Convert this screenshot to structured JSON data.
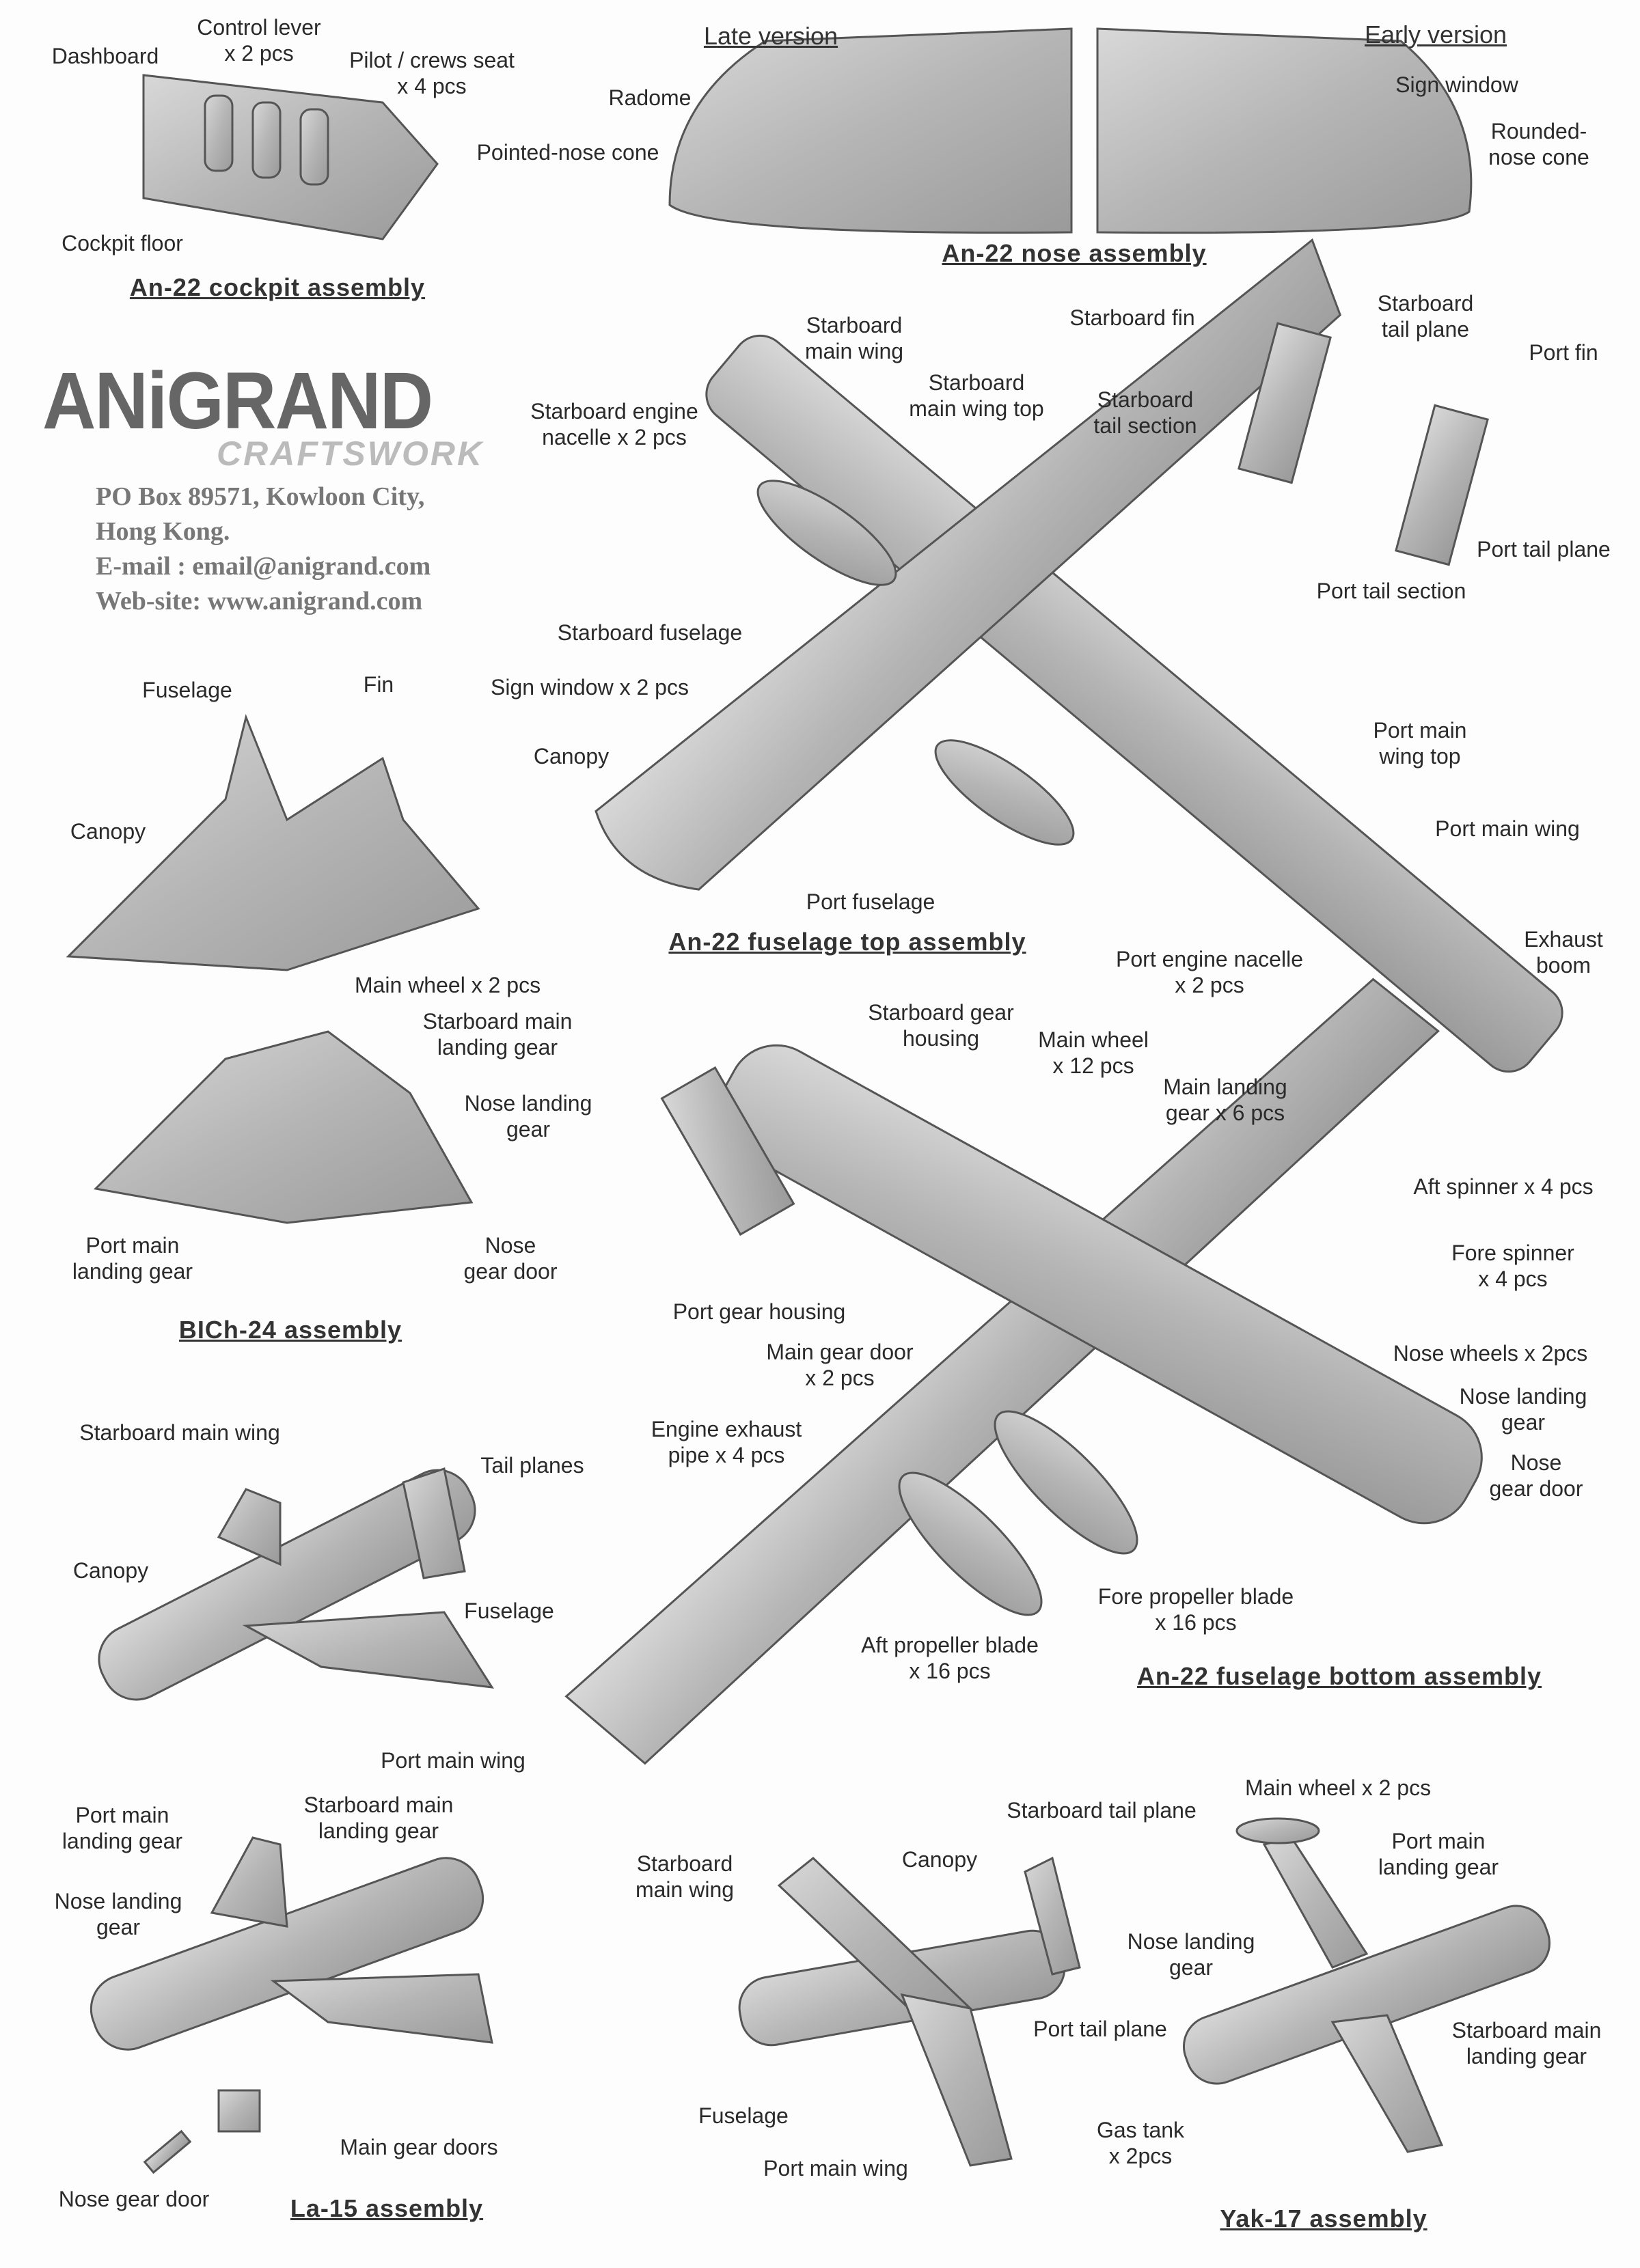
{
  "brand": {
    "name": "ANiGRAND",
    "sub": "CRAFTSWORK"
  },
  "address": {
    "line1": "PO Box 89571, Kowloon City,",
    "line2": "Hong Kong.",
    "email": "E-mail : email@anigrand.com",
    "web": "Web-site: www.anigrand.com"
  },
  "cockpit": {
    "title": "An-22 cockpit assembly",
    "dashboard": "Dashboard",
    "lever": [
      "Control lever",
      "x 2 pcs"
    ],
    "seat": [
      "Pilot / crews seat",
      "x 4 pcs"
    ],
    "floor": "Cockpit floor"
  },
  "nose": {
    "title": "An-22 nose assembly",
    "late": "Late version",
    "early": "Early version",
    "radome": "Radome",
    "pointed": "Pointed-nose cone",
    "sign": "Sign window",
    "rounded": [
      "Rounded-",
      "nose cone"
    ]
  },
  "top": {
    "title": "An-22 fuselage top assembly",
    "smw": [
      "Starboard",
      "main wing"
    ],
    "smwt": [
      "Starboard",
      "main wing top"
    ],
    "sen": [
      "Starboard engine",
      "nacelle x 2 pcs"
    ],
    "sfin": "Starboard fin",
    "stp": [
      "Starboard",
      "tail plane"
    ],
    "pfin": "Port fin",
    "sts": [
      "Starboard",
      "tail section"
    ],
    "ptp": "Port tail plane",
    "pts": "Port tail section",
    "sfus": "Starboard fuselage",
    "sign": "Sign window x 2 pcs",
    "canopy": "Canopy",
    "pmwt": [
      "Port main",
      "wing top"
    ],
    "pmw": "Port main wing",
    "pfus": "Port fuselage",
    "pen": [
      "Port engine nacelle",
      "x 2 pcs"
    ],
    "boom": [
      "Exhaust",
      "boom"
    ]
  },
  "bich": {
    "title": "BICh-24 assembly",
    "fuselage": "Fuselage",
    "fin": "Fin",
    "canopy": "Canopy",
    "wheel": "Main wheel x 2 pcs",
    "smlg": [
      "Starboard main",
      "landing gear"
    ],
    "nlg": [
      "Nose landing",
      "gear"
    ],
    "pmlg": [
      "Port main",
      "landing gear"
    ],
    "ngd": [
      "Nose",
      "gear door"
    ]
  },
  "bottom": {
    "title": "An-22 fuselage bottom assembly",
    "sgh": [
      "Starboard gear",
      "housing"
    ],
    "mw": [
      "Main wheel",
      "x 12 pcs"
    ],
    "mlg": [
      "Main landing",
      "gear x 6 pcs"
    ],
    "aft": "Aft spinner x 4 pcs",
    "fore": [
      "Fore spinner",
      "x 4 pcs"
    ],
    "pgh": "Port gear housing",
    "mgd": [
      "Main gear door",
      "x 2 pcs"
    ],
    "nw": "Nose wheels x 2pcs",
    "nlg": [
      "Nose landing",
      "gear"
    ],
    "ngd": [
      "Nose",
      "gear door"
    ],
    "exh": [
      "Engine exhaust",
      "pipe x 4 pcs"
    ],
    "fpb": [
      "Fore propeller blade",
      "x 16 pcs"
    ],
    "apb": [
      "Aft propeller blade",
      "x 16 pcs"
    ]
  },
  "la15": {
    "title": "La-15 assembly",
    "smw": "Starboard main wing",
    "tail": "Tail planes",
    "canopy": "Canopy",
    "fuselage": "Fuselage",
    "pmw": "Port main wing",
    "pmlg": [
      "Port main",
      "landing gear"
    ],
    "smlg": [
      "Starboard main",
      "landing gear"
    ],
    "nlg": [
      "Nose landing",
      "gear"
    ],
    "mgd": "Main gear doors",
    "ngd": "Nose  gear door"
  },
  "yak17": {
    "title": "Yak-17 assembly",
    "stp": "Starboard tail plane",
    "wheel": "Main wheel x 2 pcs",
    "smw": [
      "Starboard",
      "main wing"
    ],
    "canopy": "Canopy",
    "pmlg": [
      "Port main",
      "landing gear"
    ],
    "nlg": [
      "Nose landing",
      "gear"
    ],
    "ptp": "Port tail plane",
    "smlg": [
      "Starboard main",
      "landing gear"
    ],
    "fuselage": "Fuselage",
    "gas": [
      "Gas tank",
      "x 2pcs"
    ],
    "pmw": "Port main wing"
  }
}
